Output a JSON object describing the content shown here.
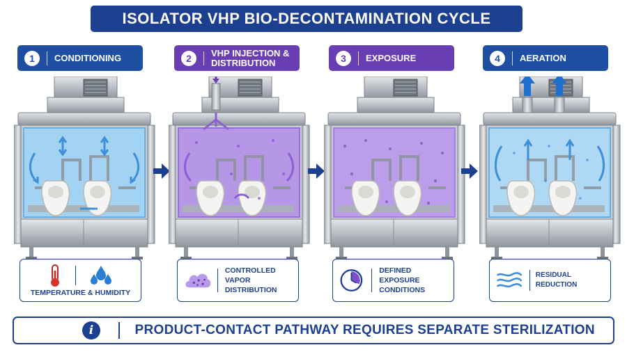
{
  "title": "ISOLATOR VHP BIO-DECONTAMINATION CYCLE",
  "colors": {
    "navy": "#1d3f8f",
    "blue": "#1f4fa3",
    "purple": "#6a3eb3",
    "vapor": "#9b6fe0",
    "air": "#4a9be0",
    "steel": "#b9bec4"
  },
  "stages": [
    {
      "number": "1",
      "label": "CONDITIONING",
      "info": "TEMPERATURE & HUMIDITY",
      "info_icons": [
        "thermometer-icon",
        "droplets-icon"
      ]
    },
    {
      "number": "2",
      "label_line1": "VHP INJECTION &",
      "label_line2": "DISTRIBUTION",
      "info_line1": "CONTROLLED",
      "info_line2": "VAPOR DISTRIBUTION",
      "info_icons": [
        "vapor-cloud-icon"
      ]
    },
    {
      "number": "3",
      "label": "EXPOSURE",
      "info_line1": "DEFINED EXPOSURE",
      "info_line2": "CONDITIONS",
      "info_icons": [
        "timer-icon"
      ]
    },
    {
      "number": "4",
      "label": "AERATION",
      "info": "RESIDUAL REDUCTION",
      "info_icons": [
        "airflow-icon"
      ]
    }
  ],
  "note": "PRODUCT-CONTACT PATHWAY REQUIRES SEPARATE STERILIZATION",
  "note_icon": "info-icon"
}
